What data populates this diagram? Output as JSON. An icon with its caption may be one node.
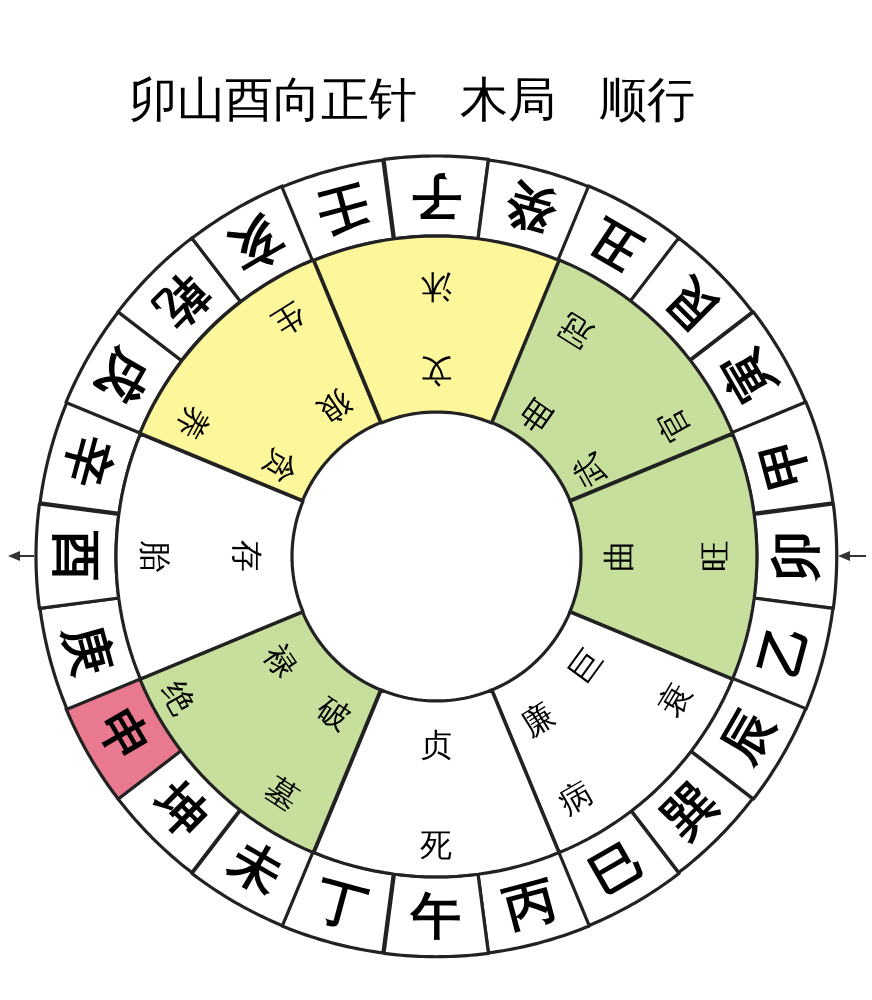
{
  "diagram": {
    "title": "卯山酉向正针 木局 顺行",
    "nodes": [
      {
        "text": [
          "子"
        ]
      },
      {
        "text": [
          "癸"
        ]
      },
      {
        "text": [
          "丑"
        ]
      },
      {
        "text": [
          "艮"
        ]
      },
      {
        "text": [
          "寅"
        ]
      },
      {
        "text": [
          "甲"
        ]
      },
      {
        "text": [
          "卯"
        ]
      },
      {
        "text": [
          "乙"
        ]
      },
      {
        "text": [
          "辰"
        ]
      },
      {
        "text": [
          "巽"
        ]
      },
      {
        "text": [
          "巳"
        ]
      },
      {
        "text": [
          "丙"
        ]
      },
      {
        "text": [
          "午"
        ]
      },
      {
        "text": [
          "丁"
        ]
      },
      {
        "text": [
          "未"
        ]
      },
      {
        "text": [
          "坤"
        ]
      },
      {
        "text": [
          "申"
        ]
      },
      {
        "text": [
          "庚"
        ]
      },
      {
        "text": [
          "酉"
        ]
      },
      {
        "text": [
          "辛"
        ]
      },
      {
        "text": [
          "戌"
        ]
      },
      {
        "text": [
          "乾"
        ]
      },
      {
        "text": [
          "亥"
        ]
      },
      {
        "text": [
          "壬"
        ]
      },
      {
        "text": [
          "文",
          "沐"
        ]
      },
      {
        "text": [
          "武",
          "曲",
          "冠",
          "官"
        ]
      },
      {
        "text": [
          "曲",
          "旺"
        ]
      },
      {
        "text": [
          "巨",
          "廉",
          "衰",
          "病"
        ]
      },
      {
        "text": [
          "贞",
          "死"
        ]
      },
      {
        "text": [
          "禄",
          "破",
          "绝",
          "墓"
        ]
      },
      {
        "text": [
          "存",
          "胎"
        ]
      },
      {
        "text": [
          "贪",
          "狼",
          "养",
          "生"
        ]
      }
    ]
  }
}
